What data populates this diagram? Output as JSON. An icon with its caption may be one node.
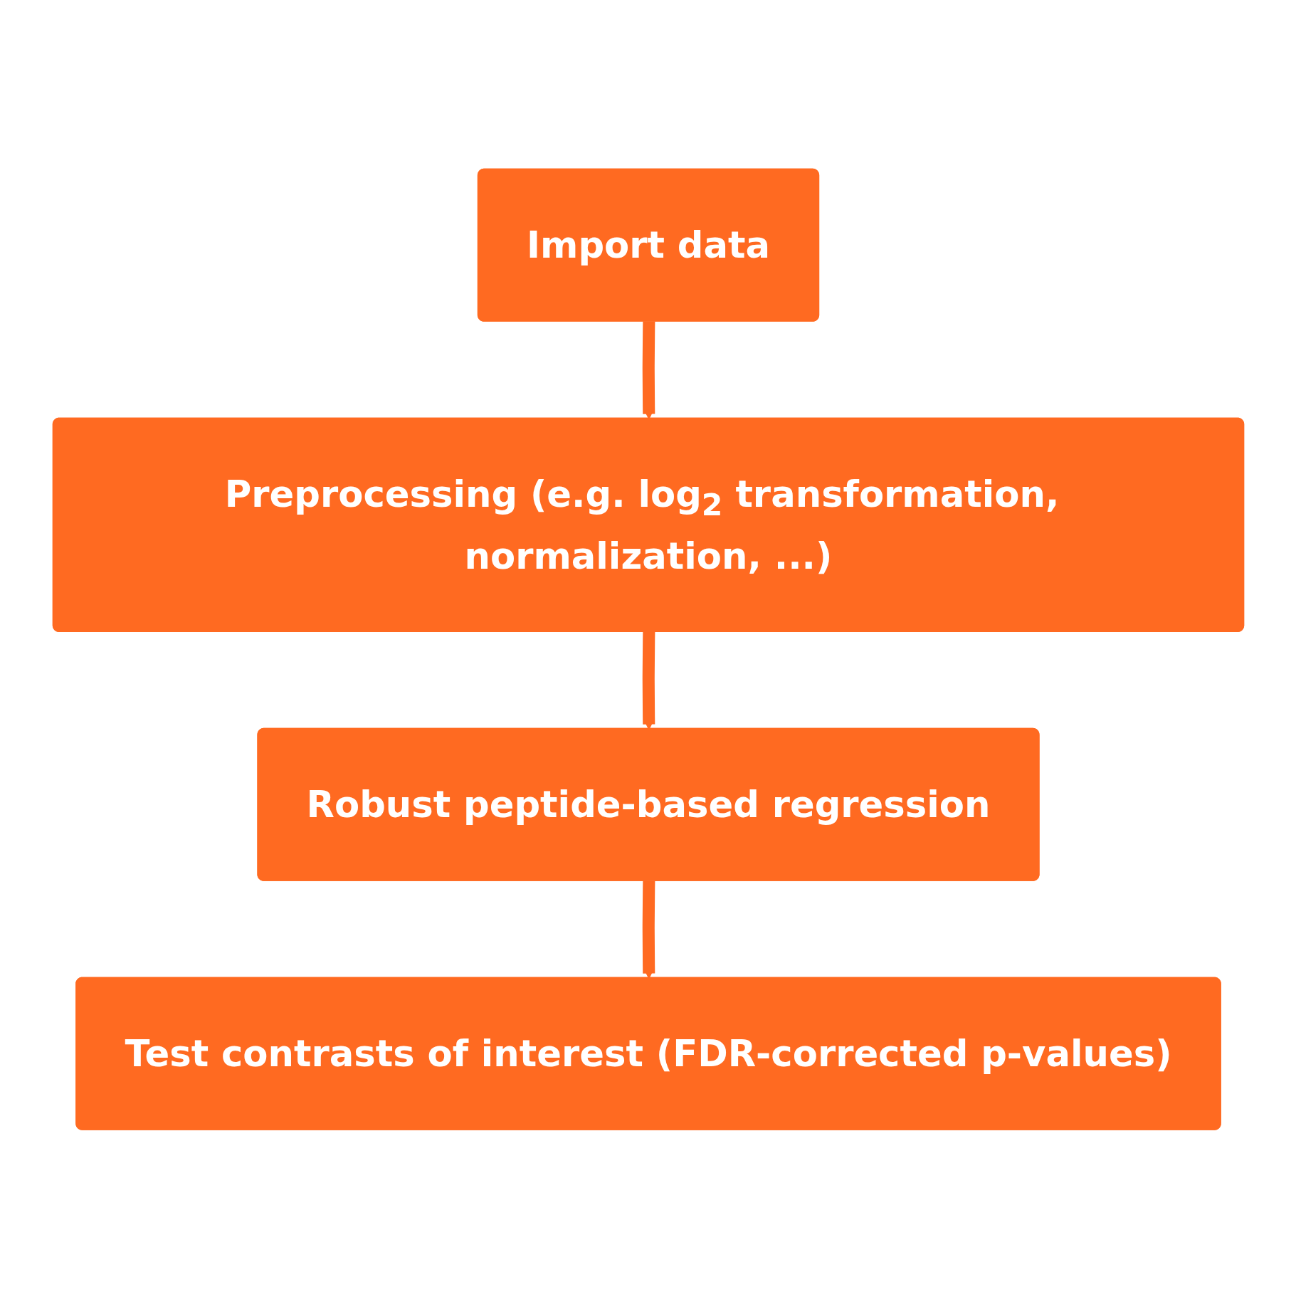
{
  "diagram": {
    "nodes": [
      {
        "text": [
          "Import data"
        ]
      },
      {
        "text": [
          "Preprocessing (e.g. log$_{2}$ transformation, normalization, ...)"
        ]
      },
      {
        "text": [
          "Robust peptide-based regression"
        ]
      },
      {
        "text": [
          "Test contrasts of interest (FDR-corrected p-values)"
        ]
      }
    ],
    "edges": [
      {
        "from": 0,
        "to": 1,
        "arrow": "to"
      },
      {
        "from": 1,
        "to": 2,
        "arrow": "to"
      },
      {
        "from": 2,
        "to": 3,
        "arrow": "to"
      }
    ]
  }
}
